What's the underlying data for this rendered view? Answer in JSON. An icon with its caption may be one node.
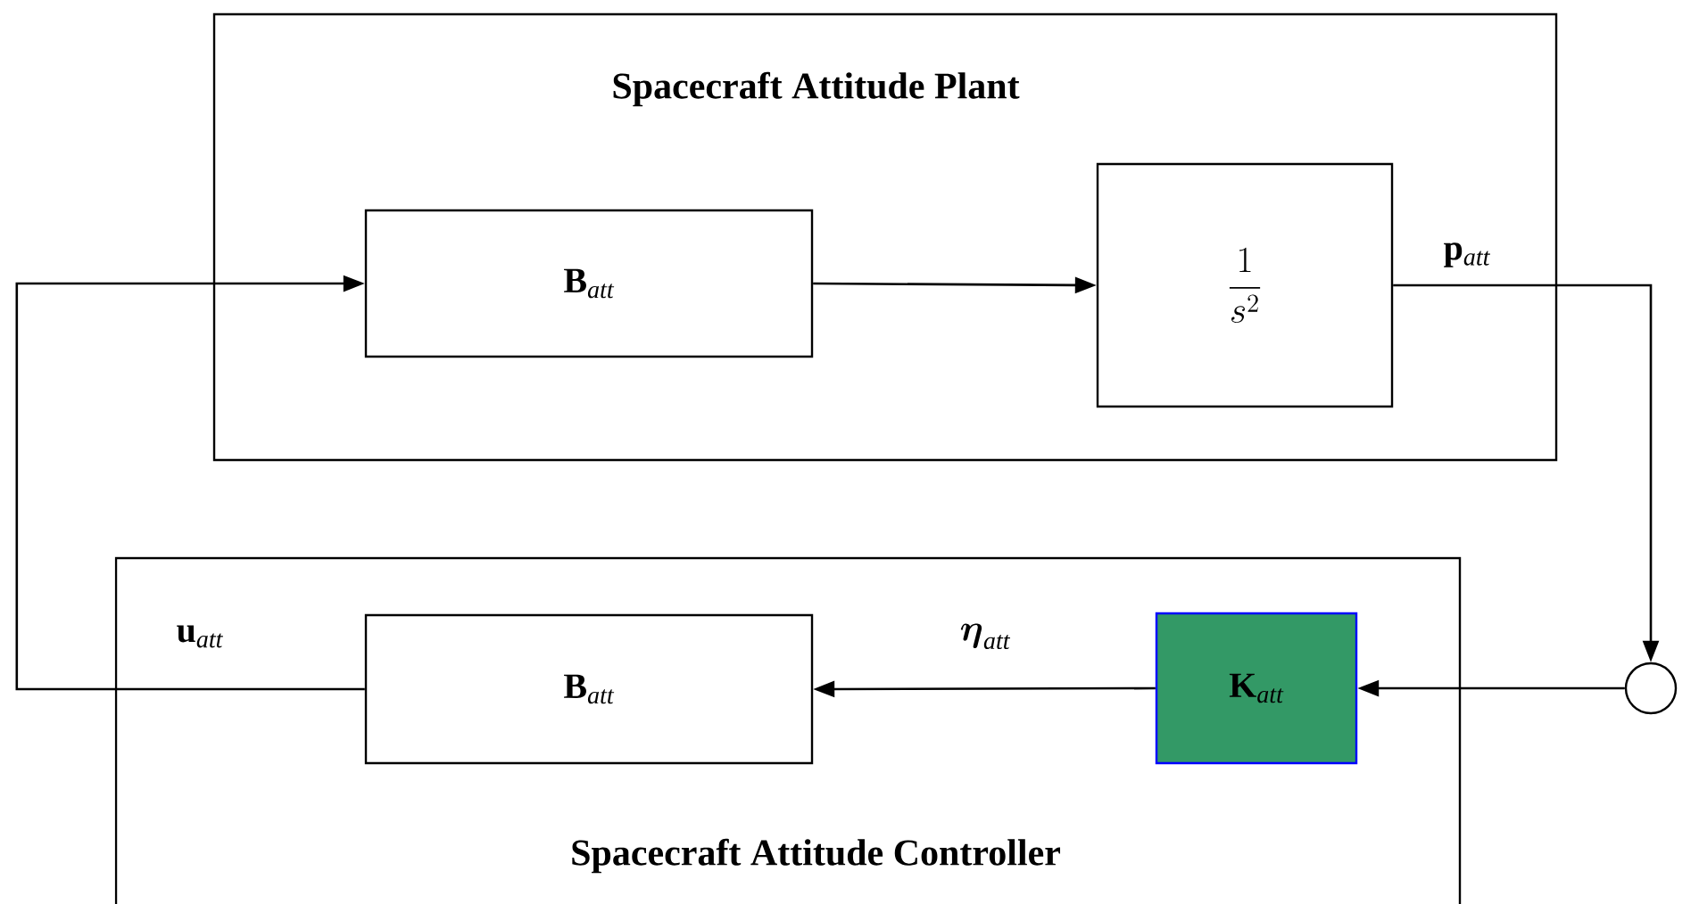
{
  "diagram": {
    "nodes": [
      {
        "text": [
          "Spacecraft Attitude Plant"
        ]
      },
      {
        "text": [
          "\\mathbf{B}_{\\mathit{att}}"
        ],
        "in": 0
      },
      {
        "text": [
          "\\frac{1}{s^{2}}"
        ],
        "in": 0
      },
      {
        "text": [
          "Spacecraft Attitude Controller"
        ]
      },
      {
        "text": [
          "\\mathbf{B}_{\\mathit{att}}"
        ],
        "in": 3
      },
      {
        "text": [
          "\\mathbf{K}_{\\mathit{att}}"
        ],
        "in": 3
      },
      {
        "text": [],
        "shape": "circle"
      }
    ],
    "edges": [
      {
        "from": 1,
        "to": 2,
        "arrow": "to"
      },
      {
        "from": 2,
        "to": 6,
        "arrow": "to",
        "label": "\\mathbf{p}_{\\mathit{att}}"
      },
      {
        "from": 6,
        "to": 5,
        "arrow": "to"
      },
      {
        "from": 5,
        "to": 4,
        "arrow": "to",
        "label": "\\boldsymbol{\\eta}_{\\mathit{att}}"
      },
      {
        "from": 4,
        "to": 1,
        "arrow": "to",
        "label": "\\mathbf{u}_{\\mathit{att}}"
      }
    ]
  }
}
